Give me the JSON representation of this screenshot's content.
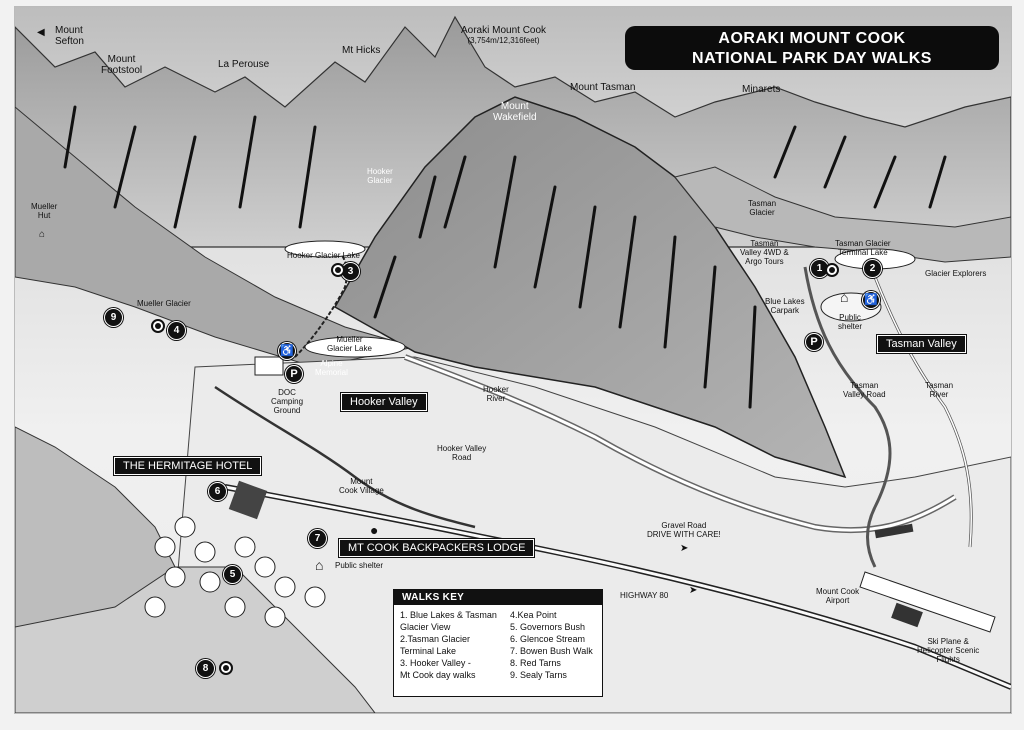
{
  "title": {
    "line1": "AORAKI MOUNT COOK",
    "line2": "NATIONAL PARK DAY WALKS"
  },
  "peaks": {
    "mount_sefton": [
      "Mount",
      "Sefton"
    ],
    "mount_footstool": [
      "Mount",
      "Footstool"
    ],
    "la_perouse": "La Perouse",
    "mt_hicks": "Mt Hicks",
    "aoraki_mount_cook": "Aoraki Mount Cook",
    "aoraki_height": "(3,754m/12,316feet)",
    "mount_tasman": "Mount Tasman",
    "minarets": "Minarets",
    "mount_wakefield": [
      "Mount",
      "Wakefield"
    ]
  },
  "features": {
    "hooker_glacier": [
      "Hooker",
      "Glacier"
    ],
    "mueller_hut": [
      "Mueller",
      "Hut"
    ],
    "hooker_glacier_lake": "Hooker Glacier Lake",
    "mueller_glacier": "Mueller Glacier",
    "mueller_glacier_lake": [
      "Mueller",
      "Glacier Lake"
    ],
    "alpine_memorial": [
      "Alpine",
      "Memorial"
    ],
    "doc_camping": [
      "DOC",
      "Camping",
      "Ground"
    ],
    "hooker_river": [
      "Hooker",
      "River"
    ],
    "hooker_valley_road": [
      "Hooker Valley",
      "Road"
    ],
    "mount_cook_village": [
      "Mount",
      "Cook Village"
    ],
    "tasman_glacier": [
      "Tasman",
      "Glacier"
    ],
    "tasman_valley_4wd": [
      "Tasman",
      "Valley 4WD &",
      "Argo Tours"
    ],
    "tasman_glacier_terminal_lake": [
      "Tasman Glacier",
      "Terminal Lake"
    ],
    "glacier_explorers": "Glacier Explorers",
    "blue_lakes_carpark": [
      "Blue Lakes",
      "Carpark"
    ],
    "public_shelter_tasman": [
      "Public",
      "shelter"
    ],
    "tasman_valley_road": [
      "Tasman",
      "Valley Road"
    ],
    "tasman_river": [
      "Tasman",
      "River"
    ],
    "gravel_road": [
      "Gravel Road",
      "DRIVE WITH CARE!"
    ],
    "highway_80": "HIGHWAY 80",
    "mount_cook_airport": [
      "Mount Cook",
      "Airport"
    ],
    "ski_plane": [
      "Ski Plane &",
      "Helicopter Scenic",
      "Flights"
    ],
    "public_shelter_village": "Public shelter"
  },
  "tags": {
    "hooker_valley": "Hooker Valley",
    "tasman_valley": "Tasman Valley",
    "hermitage_hotel": "THE HERMITAGE HOTEL",
    "backpackers_lodge": "MT COOK BACKPACKERS LODGE"
  },
  "markers": [
    "1",
    "2",
    "3",
    "4",
    "5",
    "6",
    "7",
    "8",
    "9"
  ],
  "icons": {
    "parking": "P",
    "toilets": "♿"
  },
  "walks_key": {
    "heading": "WALKS KEY",
    "col1": [
      "1. Blue Lakes & Tasman",
      "    Glacier View",
      "2.Tasman Glacier",
      "   Terminal Lake",
      "3. Hooker Valley -",
      "    Mt Cook day walks"
    ],
    "col2": [
      "4.Kea Point",
      "5. Governors Bush",
      "6. Glencoe Stream",
      "7. Bowen Bush Walk",
      "8. Red Tarns",
      "9. Sealy Tarns"
    ]
  }
}
